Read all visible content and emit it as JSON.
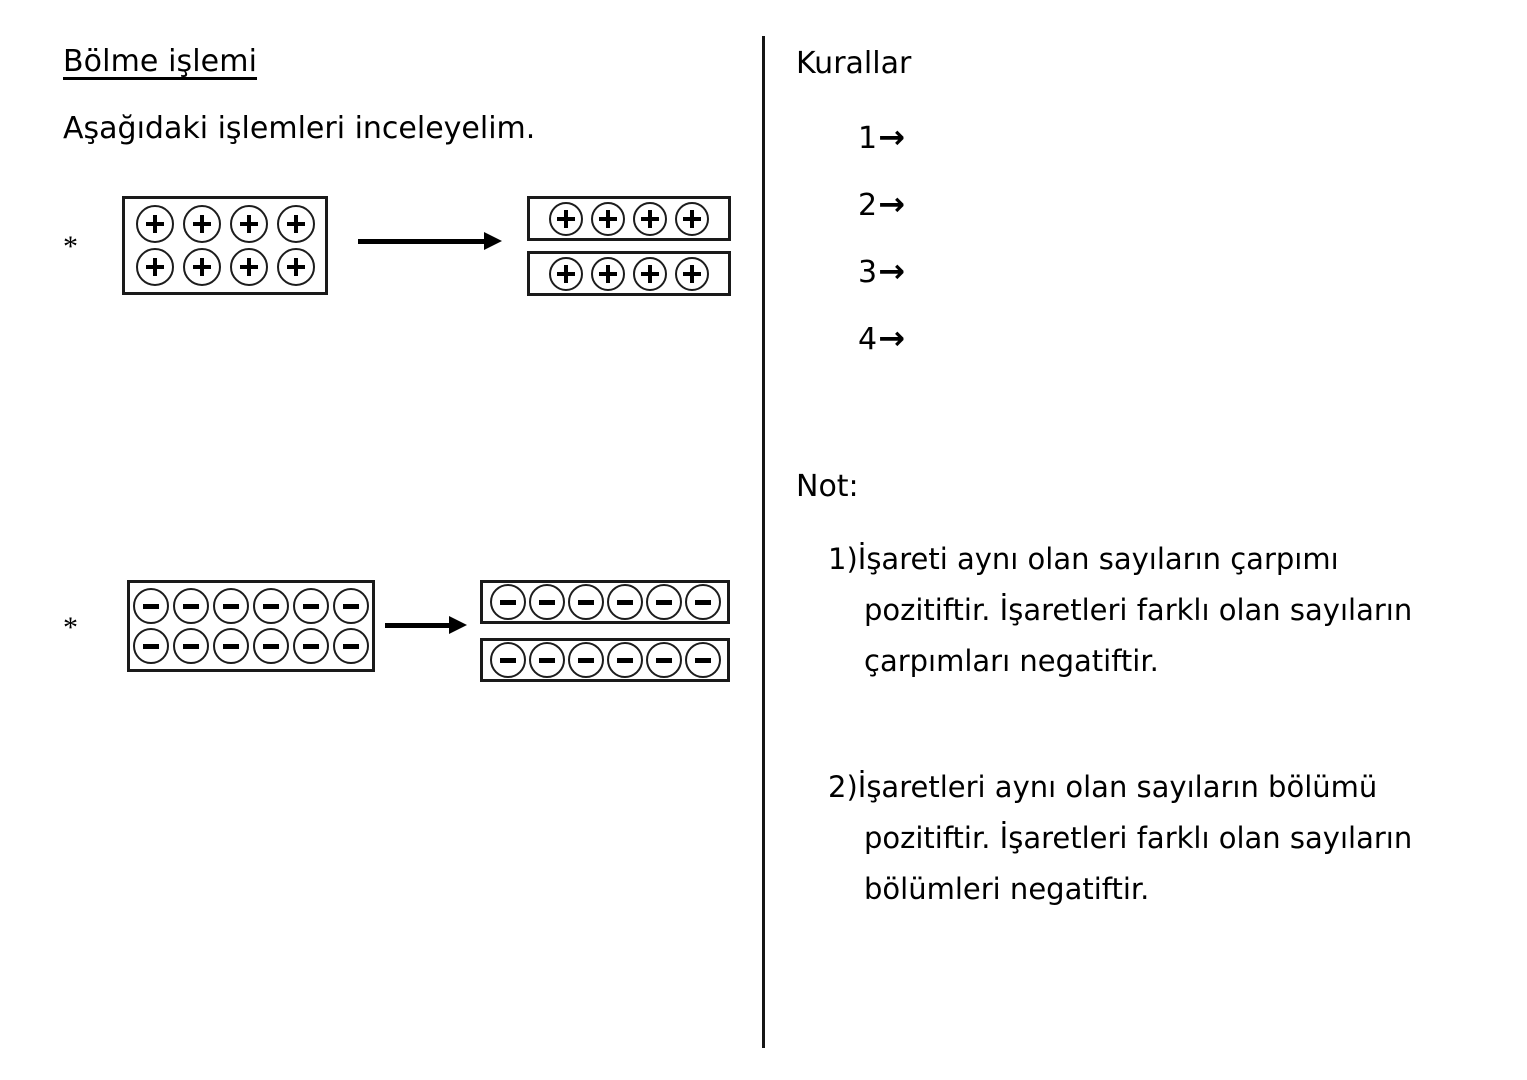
{
  "left": {
    "heading": "Bölme işlemi",
    "intro": "Aşağıdaki işlemleri inceleyelim.",
    "bullet_marker": "*",
    "examples": [
      {
        "name": "positive-division-example",
        "source": {
          "rows": 2,
          "cols": 4,
          "sign": "+",
          "total": 8
        },
        "result": [
          {
            "sign": "+",
            "count": 4
          },
          {
            "sign": "+",
            "count": 4
          }
        ],
        "arrow": "→"
      },
      {
        "name": "negative-division-example",
        "source": {
          "rows": 2,
          "cols": 6,
          "sign": "−",
          "total": 12
        },
        "result": [
          {
            "sign": "−",
            "count": 6
          },
          {
            "sign": "−",
            "count": 6
          }
        ],
        "arrow": "→"
      }
    ]
  },
  "right": {
    "rules_title": "Kurallar",
    "rules": [
      {
        "number": "1",
        "arrow": "→",
        "text": ""
      },
      {
        "number": "2",
        "arrow": "→",
        "text": ""
      },
      {
        "number": "3",
        "arrow": "→",
        "text": ""
      },
      {
        "number": "4",
        "arrow": "→",
        "text": ""
      }
    ],
    "note_title": "Not:",
    "notes": [
      {
        "number": "1)",
        "line1": "1)İşareti aynı olan sayıların çarpımı",
        "line2": "pozitiftir. İşaretleri farklı olan sayıların",
        "line3": "çarpımları negatiftir.",
        "full_text": "1)İşareti aynı olan sayıların çarpımı pozitiftir. İşaretleri farklı olan sayıların çarpımları negatiftir."
      },
      {
        "number": "2)",
        "line1": "2)İşaretleri aynı olan sayıların bölümü",
        "line2": "pozitiftir. İşaretleri farklı olan sayıların",
        "line3": "bölümleri negatiftir.",
        "full_text": "2)İşaretleri aynı olan sayıların bölümü pozitiftir. İşaretleri farklı olan sayıların bölümleri negatiftir."
      }
    ]
  },
  "colors": {
    "ink": "#000000",
    "rule_line": "#151515",
    "box_border": "#1a1a1a",
    "background": "#ffffff"
  }
}
